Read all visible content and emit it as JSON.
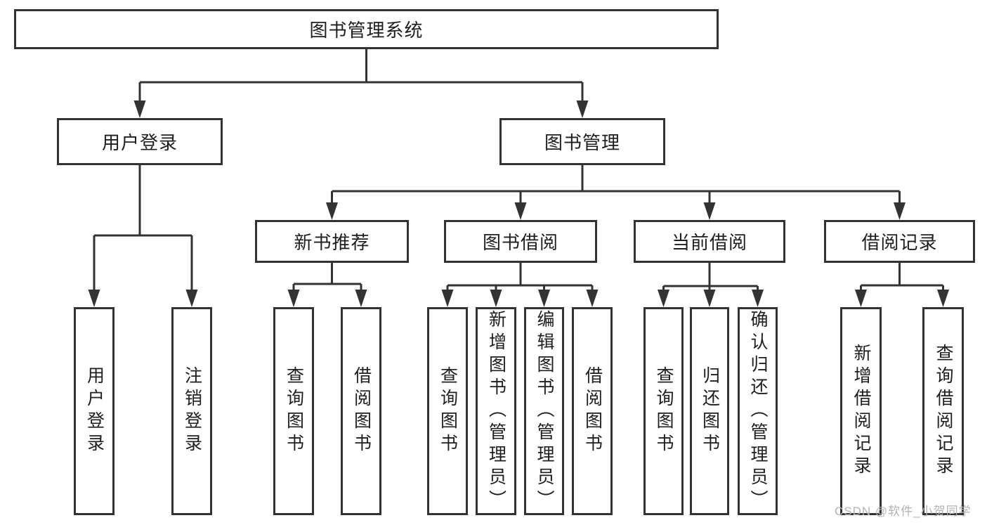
{
  "diagram": {
    "root": "图书管理系统",
    "branches": [
      {
        "label": "用户登录",
        "children": [
          "用户登录",
          "注销登录"
        ]
      },
      {
        "label": "图书管理",
        "sections": [
          {
            "label": "新书推荐",
            "children": [
              "查询图书",
              "借阅图书"
            ]
          },
          {
            "label": "图书借阅",
            "children": [
              "查询图书",
              "新增图书（管理员）",
              "编辑图书（管理员）",
              "借阅图书"
            ]
          },
          {
            "label": "当前借阅",
            "children": [
              "查询图书",
              "归还图书",
              "确认归还（管理员）"
            ]
          },
          {
            "label": "借阅记录",
            "children": [
              "新增借阅记录",
              "查询借阅记录"
            ]
          }
        ]
      }
    ],
    "line_color": "#333333",
    "box_background": "#ffffff",
    "text_color": "#1e1e1e"
  },
  "watermark": {
    "text": "CSDN @软件_小贺同学",
    "color": "#b3b3b3"
  }
}
